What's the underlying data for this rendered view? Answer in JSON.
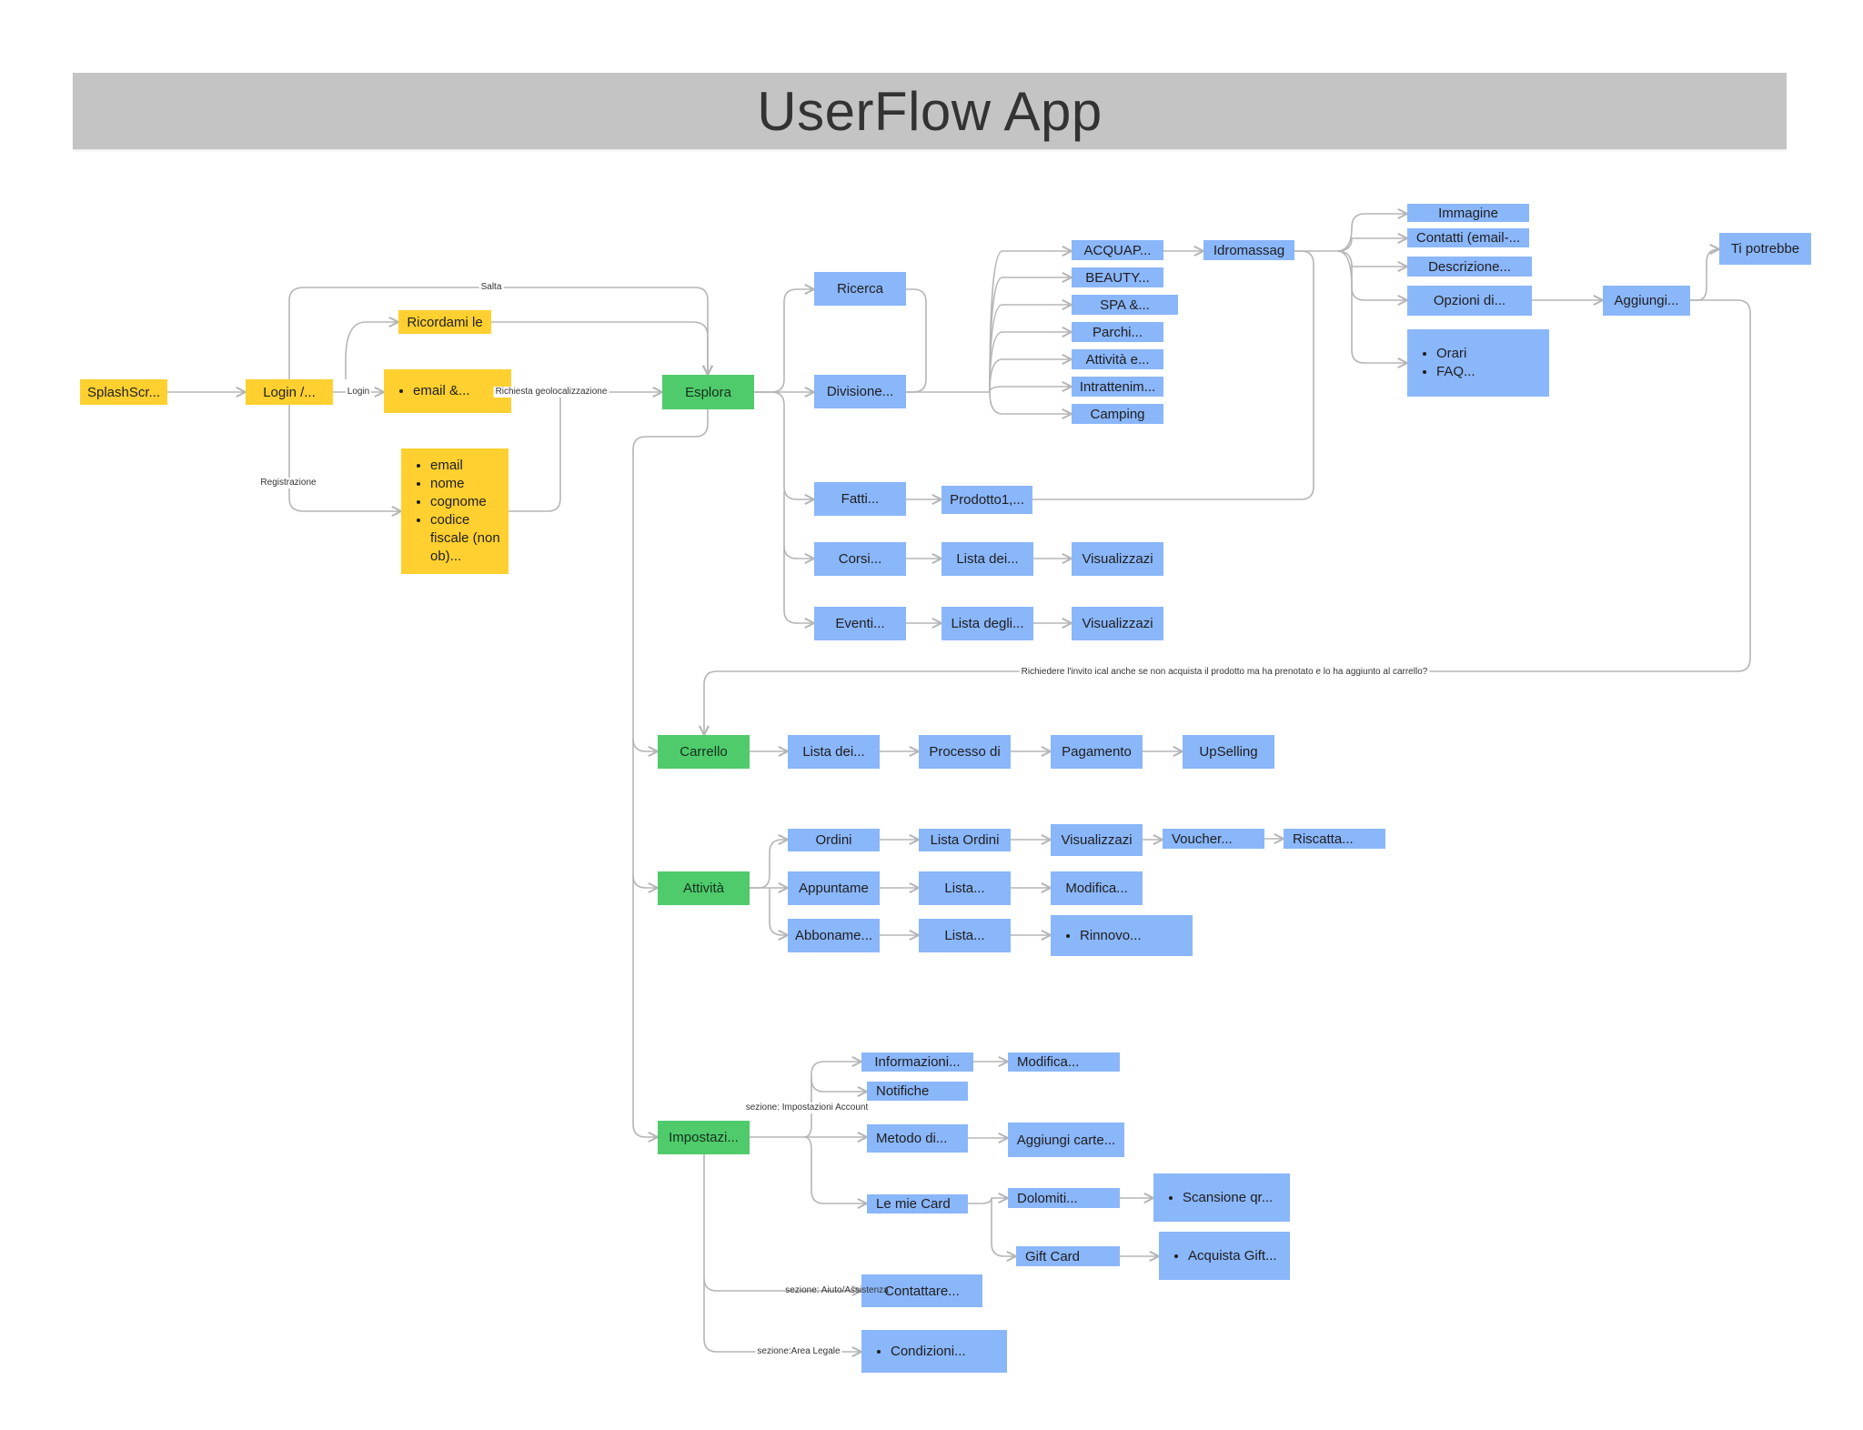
{
  "title": "UserFlow App",
  "colors": {
    "yellow": "#ffd02f",
    "green": "#4fcb6c",
    "blue": "#8ab6fa",
    "line": "#b5b5b5",
    "title_bar": "#c4c4c4"
  },
  "nodes": {
    "splash": "SplashScr...",
    "login": "Login /...",
    "ricordami": "Ricordami le",
    "email_login": "email &...",
    "registration_fields": [
      "email",
      "nome",
      "cognome",
      "codice fiscale (non ob)..."
    ],
    "esplora": "Esplora",
    "ricerca": "Ricerca",
    "divisione": "Divisione...",
    "fatti": "Fatti...",
    "prodotto": "Prodotto1,...",
    "corsi": "Corsi...",
    "corsi_lista": "Lista dei...",
    "corsi_vis": "Visualizzazi",
    "eventi": "Eventi...",
    "eventi_lista": "Lista degli...",
    "eventi_vis": "Visualizzazi",
    "acquap": "ACQUAP...",
    "beauty": "BEAUTY...",
    "spa": "SPA &...",
    "parchi": "Parchi...",
    "attivita_e": "Attività e...",
    "intrattenim": "Intrattenim...",
    "camping": "Camping",
    "idromassag": "Idromassag",
    "immagine": "Immagine",
    "contatti": "Contatti (email-...",
    "descrizione": "Descrizione...",
    "opzioni": "Opzioni di...",
    "orari_faq": [
      "Orari",
      "FAQ..."
    ],
    "aggiungi": "Aggiungi...",
    "ti_potrebbe": "Ti potrebbe",
    "carrello": "Carrello",
    "carrello_lista": "Lista dei...",
    "processo": "Processo di",
    "pagamento": "Pagamento",
    "upselling": "UpSelling",
    "attivita": "Attività",
    "ordini": "Ordini",
    "lista_ordini": "Lista Ordini",
    "ordini_vis": "Visualizzazi",
    "voucher": "Voucher...",
    "riscatta": "Riscatta...",
    "appuntame": "Appuntame",
    "app_lista": "Lista...",
    "modifica_app": "Modifica...",
    "abboname": "Abboname...",
    "abb_lista": "Lista...",
    "rinnovo": "Rinnovo...",
    "impostazioni": "Impostazi...",
    "informazioni": "Informazioni...",
    "modifica_info": "Modifica...",
    "notifiche": "Notifiche",
    "metodo": "Metodo di...",
    "aggiungi_carte": "Aggiungi carte...",
    "mie_card": "Le mie Card",
    "dolomiti": "Dolomiti...",
    "scansione": "Scansione qr...",
    "gift_card": "Gift Card",
    "acquista_gift": "Acquista Gift...",
    "contattare": "Contattare...",
    "condizioni": "Condizioni..."
  },
  "edge_labels": {
    "salta": "Salta",
    "login": "Login",
    "registrazione": "Registrazione",
    "geoloc": "Richiesta geolocalizzazione",
    "ical": "Richiedere l'invito ical anche se non acquista il prodotto ma ha prenotato e lo ha aggiunto al carrello?",
    "sez_account": "sezione:  Impostazioni Account",
    "sez_aiuto": "sezione: Aiuto/Assistenza",
    "sez_legale": "sezione:Area Legale"
  }
}
